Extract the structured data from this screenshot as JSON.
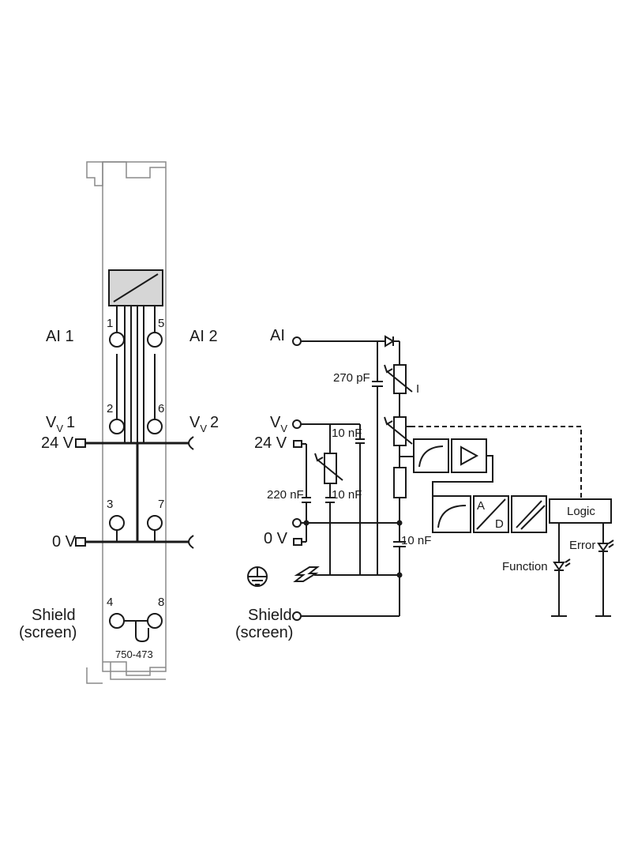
{
  "module": {
    "part_number": "750-473",
    "labels": {
      "ai1": "AI 1",
      "ai2": "AI 2",
      "vv1_main": "V",
      "vv1_sub": "V",
      "vv1_num": "1",
      "vv2_main": "V",
      "vv2_sub": "V",
      "vv2_num": "2",
      "v24": "24 V",
      "v0": "0 V",
      "shield": "Shield",
      "screen": "(screen)"
    },
    "terminals": [
      "1",
      "2",
      "3",
      "4",
      "5",
      "6",
      "7",
      "8"
    ]
  },
  "schematic": {
    "labels": {
      "ai": "AI",
      "vv_main": "V",
      "vv_sub": "V",
      "v24": "24 V",
      "v0": "0 V",
      "shield": "Shield",
      "screen": "(screen)",
      "cap_270pf": "270 pF",
      "cap_10nf_top": "10 nF",
      "cap_220nf": "220 nF",
      "cap_10nf_mid": "10 nF",
      "cap_10nf_bottom": "10 nF",
      "current": "I",
      "logic": "Logic",
      "function": "Function",
      "error": "Error",
      "adc_a": "A",
      "adc_d": "D"
    }
  }
}
